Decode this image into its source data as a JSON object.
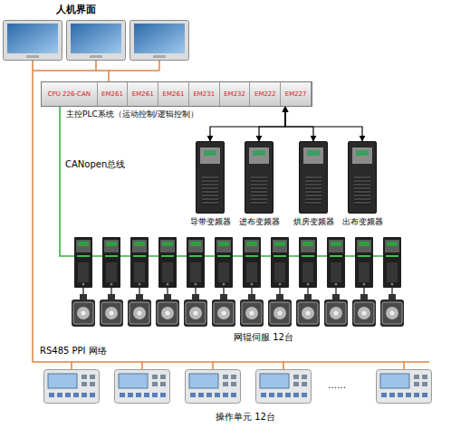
{
  "diagram": {
    "nodes": [
      {
        "text": [
          "CPU 226-CAN",
          "EM261",
          "EM261",
          "EM261",
          "EM231",
          "EM232",
          "EM222",
          "EM227",
          "主控PLC系统（运动控制/逻辑控制）"
        ]
      },
      {
        "text": [
          "导带变频器"
        ]
      },
      {
        "text": [
          "进布变频器"
        ]
      },
      {
        "text": [
          "烘房变频器"
        ]
      },
      {
        "text": [
          "出布变频器"
        ]
      }
    ],
    "edges": [
      {
        "from": 0,
        "to": 1,
        "arrow": "both"
      },
      {
        "from": 0,
        "to": 2,
        "arrow": "both"
      },
      {
        "from": 0,
        "to": 3,
        "arrow": "both"
      },
      {
        "from": 0,
        "to": 4,
        "arrow": "both"
      }
    ],
    "labels": [
      "人机界面",
      "CANopen总线",
      "网辊伺服 12台",
      "RS485 PPI 网络",
      "……",
      "操作单元 12台"
    ]
  }
}
